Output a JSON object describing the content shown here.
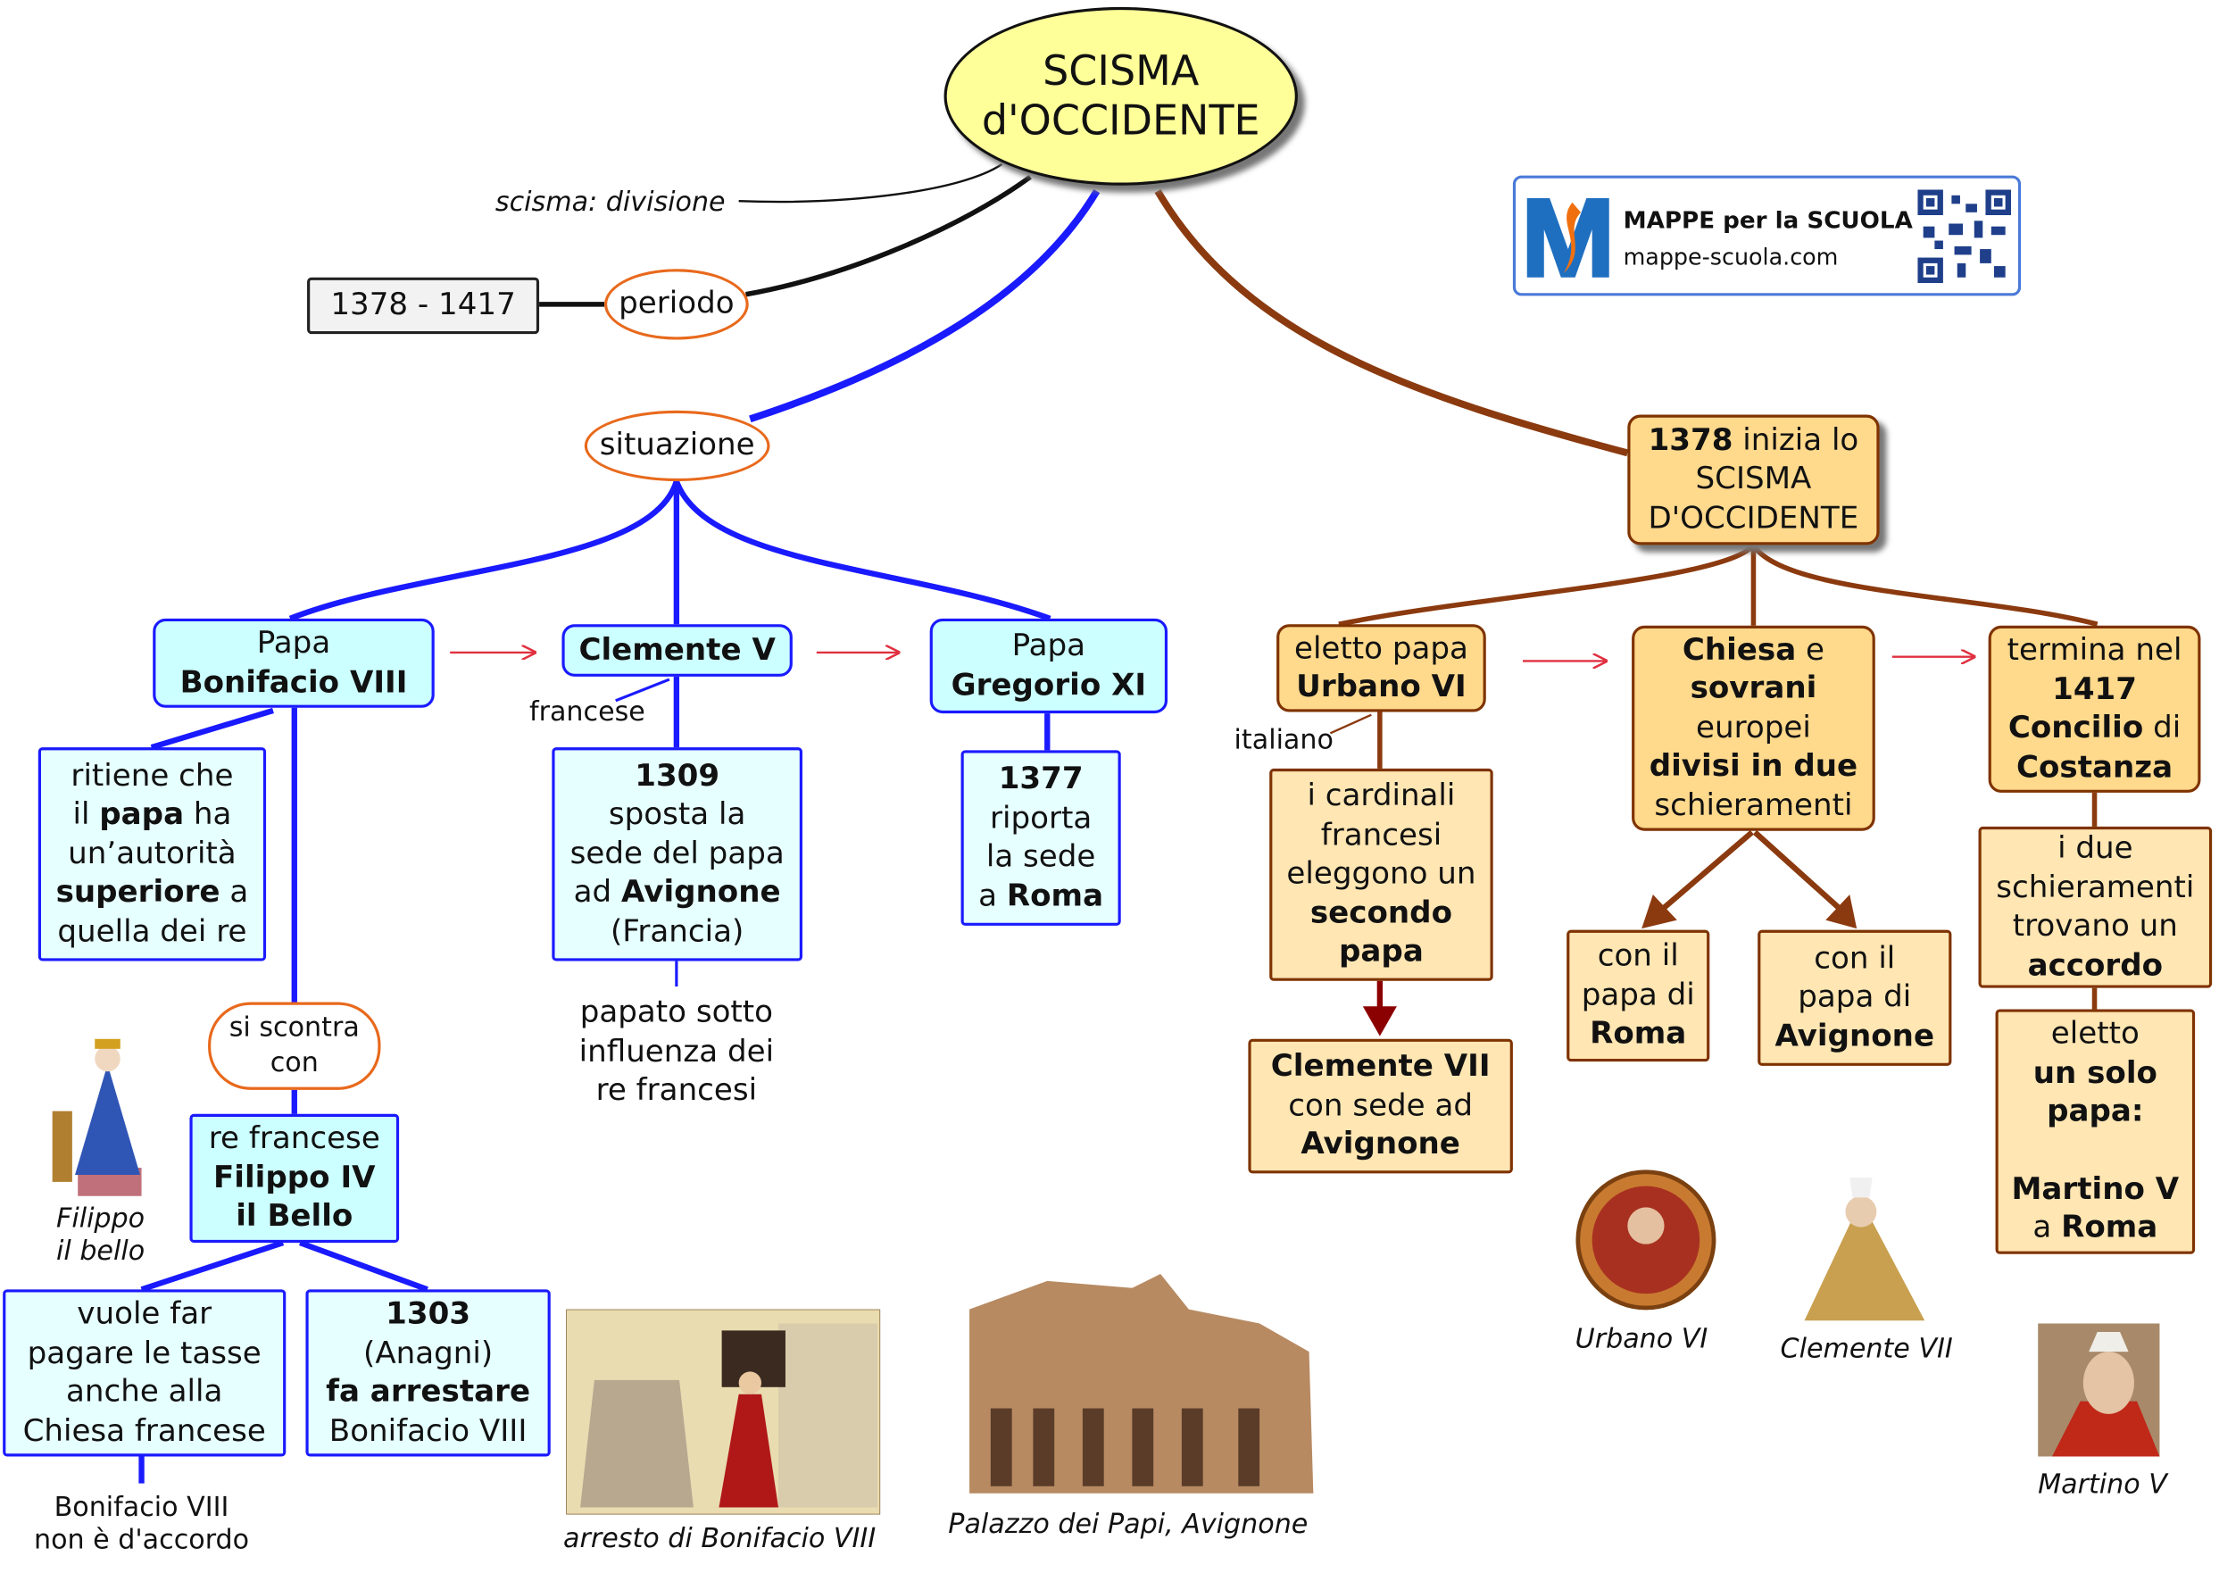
{
  "title": {
    "line1": "SCISMA",
    "line2": "d'OCCIDENTE"
  },
  "definition": "scisma: divisione",
  "period": {
    "label": "periodo",
    "value": "1378 - 1417"
  },
  "situation": {
    "label": "situazione",
    "bonifacio": {
      "l1": "Papa",
      "l2": "Bonifacio VIII"
    },
    "bonifacio_belief": {
      "l1": "ritiene che",
      "l2a": "il ",
      "l2b": "papa",
      "l2c": " ha",
      "l3": "un’autorità",
      "l4a": "superiore",
      "l4b": " a",
      "l5": "quella dei re"
    },
    "clash": {
      "l1": "si scontra",
      "l2": "con"
    },
    "king": {
      "l1": "re francese",
      "l2": "Filippo IV",
      "l3": "il Bello"
    },
    "taxes": {
      "l1": "vuole far",
      "l2": "pagare le tasse",
      "l3": "anche alla",
      "l4": "Chiesa francese"
    },
    "disagree": {
      "l1": "Bonifacio VIII",
      "l2": "non è d'accordo"
    },
    "anagni": {
      "l1": "1303",
      "l2": "(Anagni)",
      "l3": "fa arrestare",
      "l4": "Bonifacio VIII"
    },
    "clemente": {
      "label": "Clemente V",
      "note": "francese"
    },
    "avignon": {
      "l1": "1309",
      "l2": "sposta la",
      "l3": "sede del papa",
      "l4a": "ad ",
      "l4b": "Avignone",
      "l5": "(Francia)"
    },
    "papacy": {
      "l1": "papato sotto",
      "l2": "influenza dei",
      "l3": "re francesi"
    },
    "gregorio": {
      "l1": "Papa",
      "l2": "Gregorio XI"
    },
    "rome": {
      "l1": "1377",
      "l2": "riporta",
      "l3": "la sede",
      "l4a": "a ",
      "l4b": "Roma"
    }
  },
  "schism": {
    "start": {
      "l1a": "1378",
      "l1b": " inizia lo",
      "l2": "SCISMA",
      "l3": "D'OCCIDENTE"
    },
    "urbano": {
      "l1": "eletto papa",
      "l2": "Urbano VI",
      "note": "italiano"
    },
    "cardinals": {
      "l1": "i cardinali",
      "l2": "francesi",
      "l3": "eleggono un",
      "l4": "secondo",
      "l5": "papa"
    },
    "clemente7": {
      "l1": "Clemente VII",
      "l2": "con sede ad",
      "l3": "Avignone"
    },
    "divided": {
      "l1a": "Chiesa",
      "l1b": " e",
      "l2": "sovrani",
      "l3": "europei",
      "l4": "divisi in due",
      "l5": "schieramenti"
    },
    "side_rome": {
      "l1": "con il",
      "l2": "papa di",
      "l3": "Roma"
    },
    "side_avignon": {
      "l1": "con il",
      "l2": "papa di",
      "l3": "Avignone"
    },
    "end": {
      "l1": "termina nel",
      "l2": "1417",
      "l3a": "Concilio",
      "l3b": " di",
      "l4": "Costanza"
    },
    "agreement": {
      "l1": "i due",
      "l2": "schieramenti",
      "l3": "trovano un",
      "l4": "accordo"
    },
    "one_pope": {
      "l1": "eletto",
      "l2": "un solo",
      "l3": "papa:",
      "l4": "Martino V",
      "l5a": "a ",
      "l5b": "Roma"
    }
  },
  "captions": {
    "filippo": {
      "l1": "Filippo",
      "l2": "il bello"
    },
    "arrest": "arresto di Bonifacio VIII",
    "palace": "Palazzo dei Papi, Avignone",
    "urbano": "Urbano VI",
    "clemente7": "Clemente VII",
    "martino": "Martino V"
  },
  "logo": {
    "name": "MAPPE per la SCUOLA",
    "url": "mappe-scuola.com"
  },
  "colors": {
    "blue": "#1a1aff",
    "brown": "#8b3a0f",
    "cyan": "#ccffff",
    "orange_fill": "#ffd98c",
    "title_fill": "#ffff99",
    "ellipse_border": "#e8691c"
  }
}
